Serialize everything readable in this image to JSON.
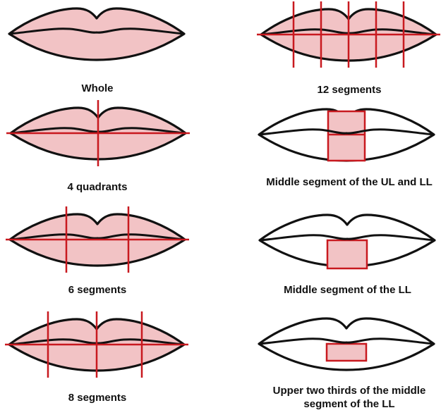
{
  "colors": {
    "lip_fill": "#f2c3c5",
    "outline": "#111111",
    "marker": "#c8191f",
    "background": "#ffffff"
  },
  "panels": [
    {
      "id": "whole",
      "caption": "Whole",
      "filled": true,
      "marker": "none"
    },
    {
      "id": "12-segments",
      "caption": "12 segments",
      "filled": true,
      "marker": "grid-5v"
    },
    {
      "id": "4-quadrants",
      "caption": "4 quadrants",
      "filled": true,
      "marker": "grid-1v"
    },
    {
      "id": "middle-ul-ll",
      "caption": "Middle segment of the UL and LL",
      "filled": false,
      "marker": "rect-upper-lower"
    },
    {
      "id": "6-segments",
      "caption": "6 segments",
      "filled": true,
      "marker": "grid-2v"
    },
    {
      "id": "middle-ll",
      "caption": "Middle segment of the LL",
      "filled": false,
      "marker": "rect-lower"
    },
    {
      "id": "8-segments",
      "caption": "8 segments",
      "filled": true,
      "marker": "grid-3v"
    },
    {
      "id": "upper-two-thirds-middle-ll",
      "caption": "Upper two thirds of the middle segment of the LL",
      "filled": false,
      "marker": "rect-lower-partial"
    }
  ]
}
